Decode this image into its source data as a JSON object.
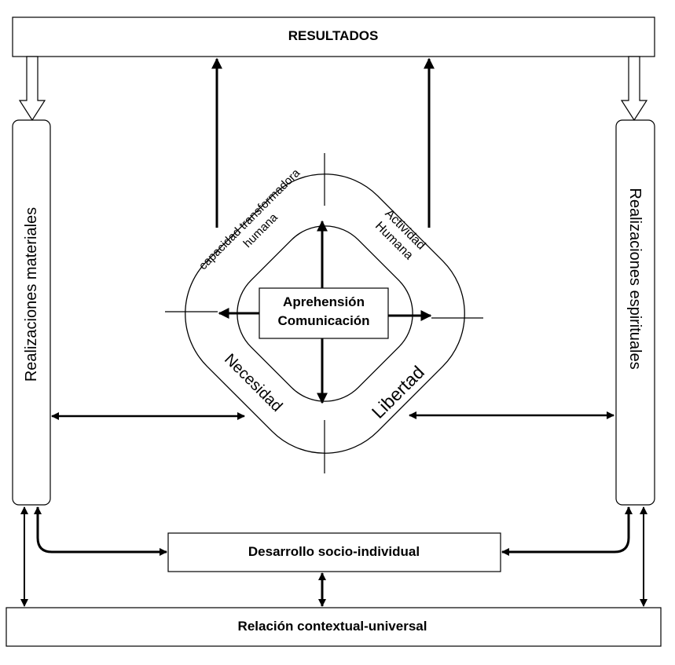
{
  "diagram": {
    "top_box": "RESULTADOS",
    "left_column": "Realizaciones materiales",
    "right_column": "Realizaciones espirituales",
    "center_box": {
      "line1": "Aprehensión",
      "line2": "Comunicación"
    },
    "ring_labels": {
      "top_left_line1": "capacidad transformadora",
      "top_left_line2": "humana",
      "top_right_line1": "Actividad",
      "top_right_line2": "Humana",
      "bottom_left": "Necesidad",
      "bottom_right": "Libertad"
    },
    "middle_box": "Desarrollo socio-individual",
    "bottom_box": "Relación contextual-universal"
  }
}
